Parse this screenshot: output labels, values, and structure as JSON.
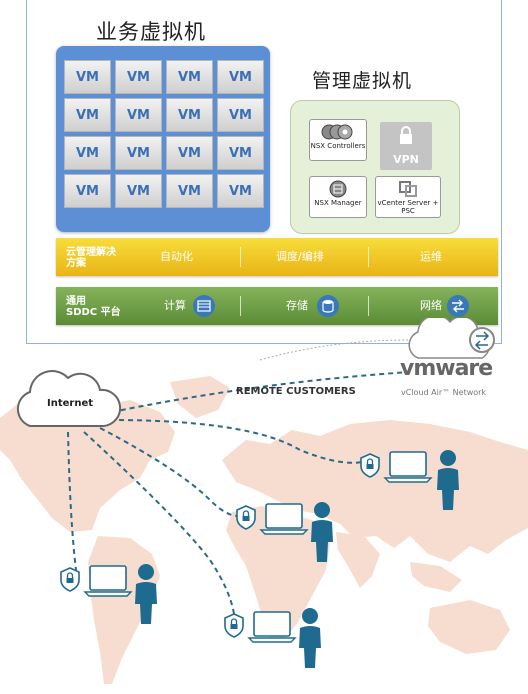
{
  "business_vms": {
    "title": "业务虚拟机",
    "vm_label": "VM",
    "vm_cells": [
      "VM",
      "VM",
      "VM",
      "VM",
      "VM",
      "VM",
      "VM",
      "VM",
      "VM",
      "VM",
      "VM",
      "VM",
      "VM",
      "VM",
      "VM",
      "VM"
    ]
  },
  "management_vms": {
    "title": "管理虚拟机",
    "nsx_controllers": "NSX Controllers",
    "vpn": "VPN",
    "nsx_manager": "NSX Manager",
    "vcenter": "vCenter Server + PSC"
  },
  "cloud_mgmt_bar": {
    "title_line1": "云管理解决",
    "title_line2": "方案",
    "items": [
      "自动化",
      "调度/编排",
      "运维"
    ]
  },
  "sddc_bar": {
    "title_line1": "通用",
    "title_line2": "SDDC 平台",
    "items": [
      "计算",
      "存储",
      "网络"
    ]
  },
  "internet_label": "Internet",
  "remote_label": "REMOTE CUSTOMERS",
  "vmware_logo": "vmware",
  "vcloud_label": "vCloud Air™ Network",
  "colors": {
    "vm_panel": "#5c8fd4",
    "mgmt_panel": "#e5f0d8",
    "cloud_bar": "#e9b416",
    "sddc_bar": "#5a8c35",
    "dashed_line": "#2a6a86",
    "customer_figure": "#1f6b8f",
    "map": "#f6ddd0"
  }
}
